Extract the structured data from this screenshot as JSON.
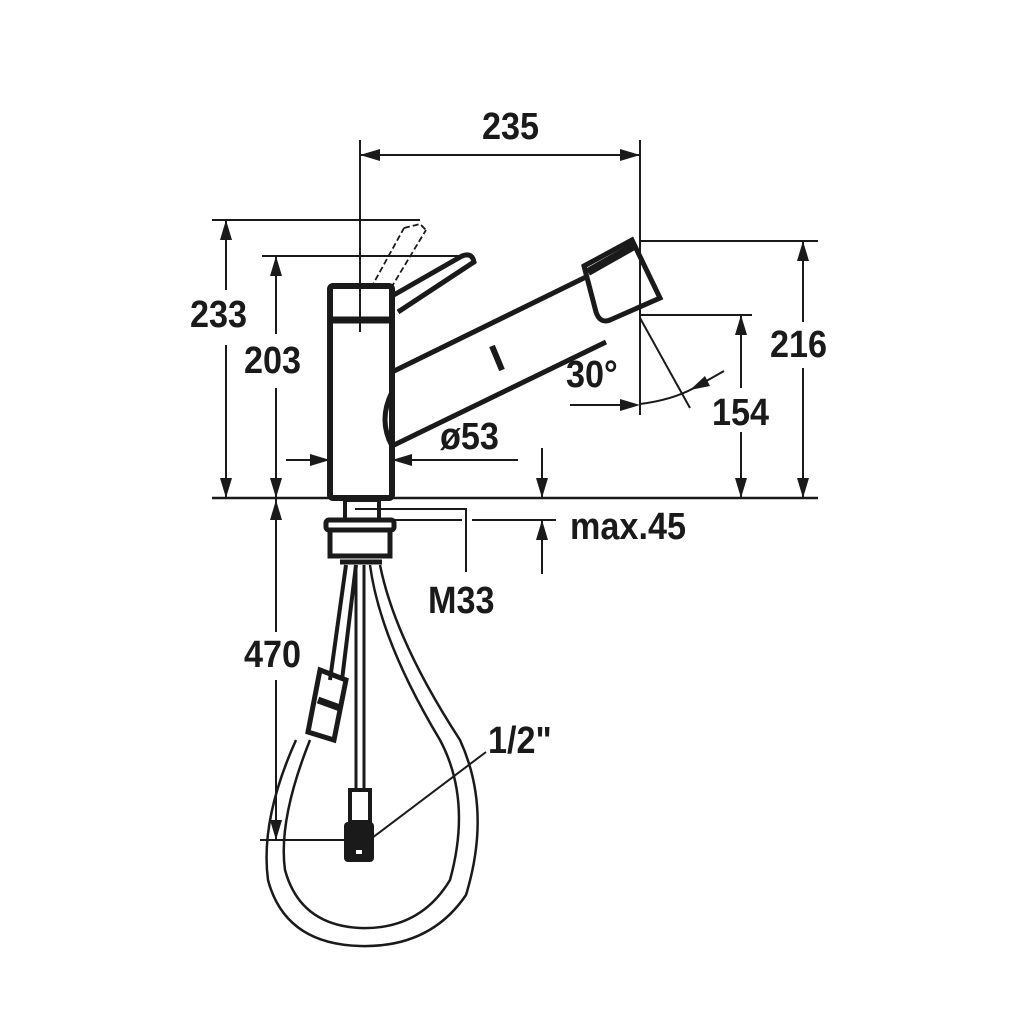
{
  "diagram": {
    "title": "Pull-out kitchen faucet dimension drawing",
    "units": "mm",
    "stroke_color": "#1a1a1a",
    "background": "#ffffff",
    "dimensions": {
      "spout_reach": "235",
      "height_handle_raised": "233",
      "height_handle": "203",
      "spout_top_height": "216",
      "outlet_height": "154",
      "spout_swivel_angle": "30°",
      "body_diameter": "ø53",
      "max_counter_thickness": "max.45",
      "thread_size": "M33",
      "hose_length": "470",
      "connection_size": "1/2\""
    }
  }
}
